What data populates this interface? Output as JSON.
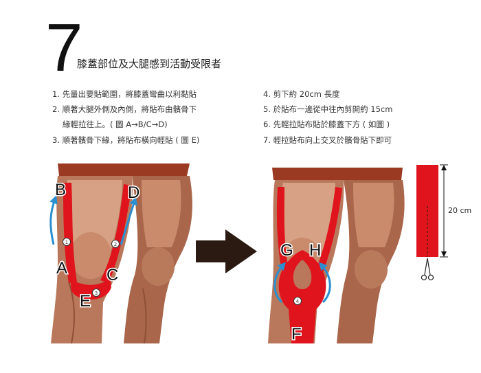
{
  "step": {
    "number": "7",
    "title": "膝蓋部位及大腿感到活動受限者"
  },
  "instructions_left": [
    "1. 先量出要貼範圍，將膝蓋彎曲以利黏貼",
    "2. 順著大腿外側及內側，將貼布由髕骨下",
    "緣輕拉往上。( 圖 A→B/C→D)",
    "3. 順著髕骨下緣，將貼布橫向輕貼 ( 圖 E)"
  ],
  "instructions_right": [
    "4. 剪下約 20cm 長度",
    "5. 於貼布一邊從中往內剪開約 15cm",
    "6. 先輕拉貼布貼於膝蓋下方 ( 如圖 )",
    "7. 輕拉貼布向上交叉於髕骨貼下即可"
  ],
  "left_figure_labels": {
    "A": "A",
    "B": "B",
    "C": "C",
    "D": "D",
    "E": "E",
    "n1": "1",
    "n2": "2",
    "n3": "3"
  },
  "right_figure_labels": {
    "F": "F",
    "G": "G",
    "H": "H",
    "n4": "4"
  },
  "tape": {
    "length_label": "20 cm"
  },
  "colors": {
    "tape_red": "#e0141c",
    "skin_light": "#d6a184",
    "skin_mid": "#b9785b",
    "skin_dark": "#8f5038",
    "shorts": "#9b3a22",
    "arrow_blue": "#2b8fd0",
    "big_arrow": "#2a1a12"
  },
  "icons": {
    "scissors": "scissors-icon",
    "arrow": "right-arrow-icon"
  }
}
